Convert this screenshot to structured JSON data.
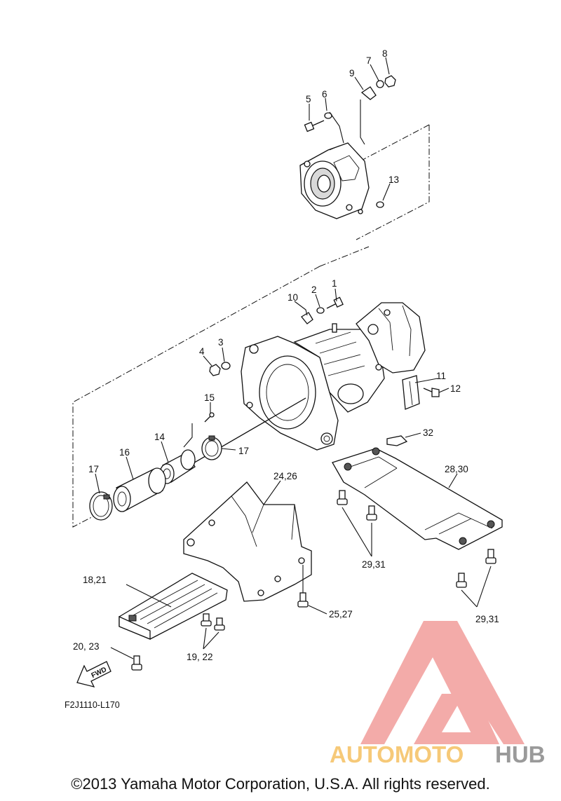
{
  "diagram": {
    "code": "F2J1110-L170",
    "fwd_label": "FWD",
    "copyright": "©2013 Yamaha Motor Corporation, U.S.A. All rights reserved.",
    "watermark": {
      "left": "AUTOMOTO",
      "right": "HUB",
      "color_left": "#f6c978",
      "color_right": "#9a9a9a",
      "logo_color": "#f2a3a0"
    },
    "callouts": [
      "1",
      "2",
      "3",
      "4",
      "5",
      "6",
      "7",
      "8",
      "9",
      "10",
      "11",
      "12",
      "13",
      "14",
      "15",
      "16",
      "17",
      "17",
      "18,21",
      "20, 23",
      "19, 22",
      "24,26",
      "25,27",
      "28,30",
      "29,31",
      "29,31",
      "32"
    ]
  }
}
